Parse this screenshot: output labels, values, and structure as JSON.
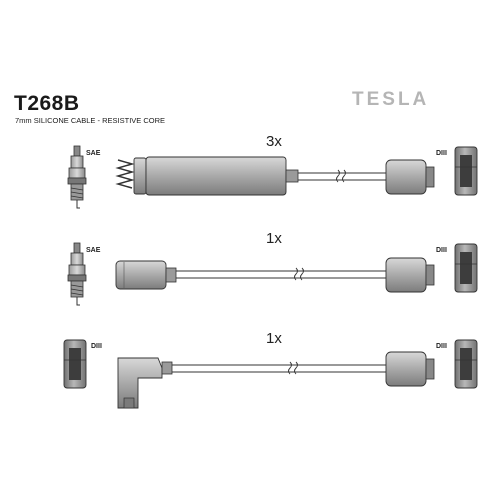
{
  "header": {
    "part_code": "T268B",
    "spec": "7mm SILICONE CABLE - RESISTIVE CORE",
    "brand": "TESLA"
  },
  "cables": [
    {
      "quantity": "3x",
      "left_terminal": "SAE",
      "right_terminal": "DIII"
    },
    {
      "quantity": "1x",
      "left_terminal": "SAE",
      "right_terminal": "DIII"
    },
    {
      "quantity": "1x",
      "left_terminal": "DIII",
      "right_terminal": "DIII"
    }
  ]
}
